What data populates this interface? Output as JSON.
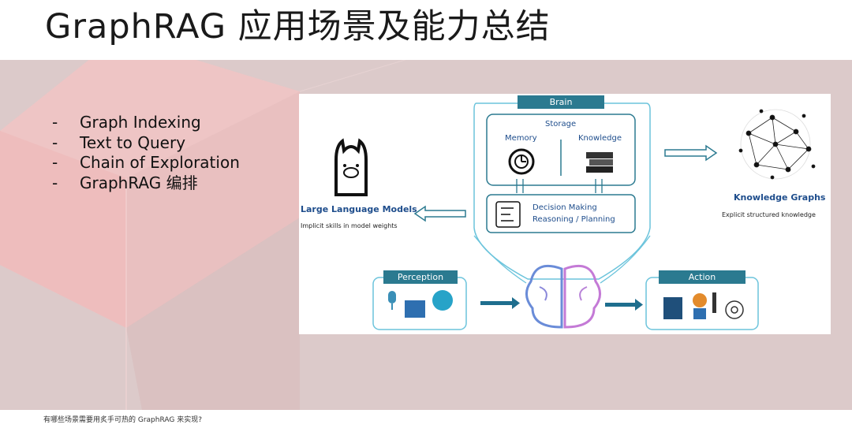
{
  "slide": {
    "title": "GraphRAG  应用场景及能力总结",
    "bullets": [
      {
        "marker": "-",
        "text": "Graph Indexing"
      },
      {
        "marker": "-",
        "text": "Text to Query"
      },
      {
        "marker": "-",
        "text": "Chain of Exploration"
      },
      {
        "marker": "-",
        "text": "GraphRAG 编排"
      }
    ],
    "footer": "有哪些场景需要用炙手可热的 GraphRAG 来实现?"
  },
  "figure": {
    "brain_header": "Brain",
    "storage": "Storage",
    "memory": "Memory",
    "knowledge": "Knowledge",
    "decision_making": "Decision Making",
    "reasoning_planning": "Reasoning / Planning",
    "llm_title": "Large Language Models",
    "llm_subtitle": "Implicit skills in model weights",
    "kg_title": "Knowledge Graphs",
    "kg_subtitle": "Explicit structured knowledge",
    "perception_header": "Perception",
    "action_header": "Action",
    "colors": {
      "teal": "#2b7a90",
      "box_border": "#6cc4dc",
      "title_blue": "#1e4d8c"
    }
  }
}
